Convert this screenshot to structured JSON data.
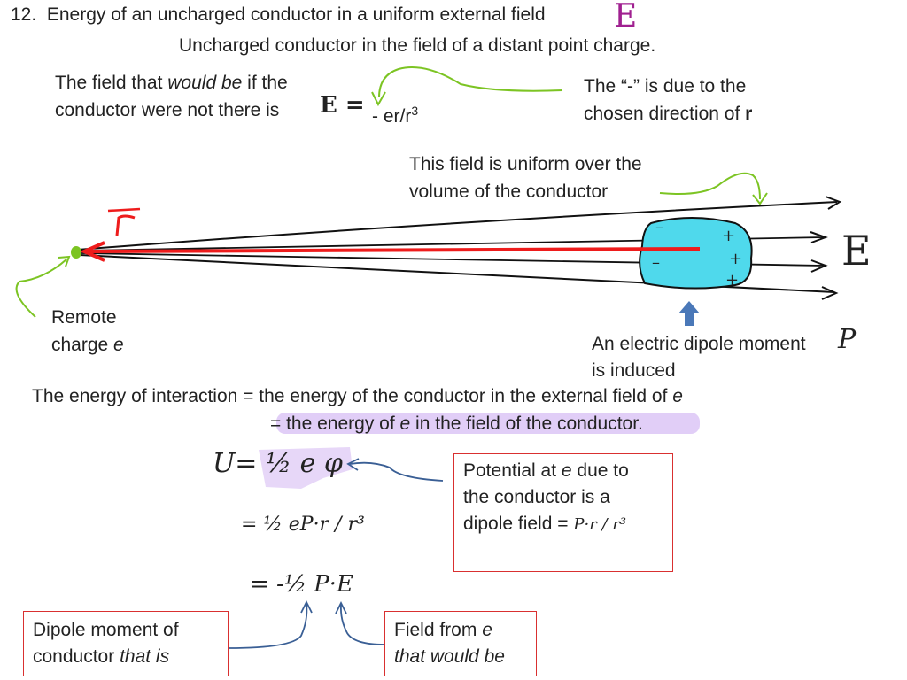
{
  "title": {
    "number": "12.",
    "text": "Energy of an uncharged conductor in a uniform external field"
  },
  "subtitle": "Uncharged conductor in the field of a distant point charge.",
  "field_note": {
    "line1_a": "The field that ",
    "line1_i": "would be",
    "line1_b": " if the",
    "line2": "conductor were not there is",
    "formula": "- er/r",
    "exponent": "3"
  },
  "minus_note": {
    "line1": "The “-” is due to the",
    "line2": "chosen direction of ",
    "bold": "r"
  },
  "uniform_note": {
    "line1": "This field is uniform over the",
    "line2": "volume of the conductor"
  },
  "remote": {
    "line1": "Remote",
    "line2": "charge ",
    "italic": "e"
  },
  "dipole_note": {
    "line1": "An electric dipole moment",
    "line2": "is induced"
  },
  "energy": {
    "line1": "The energy of interaction = the energy of the conductor in the external field of ",
    "line1_i": "e",
    "line2_a": "= the energy of ",
    "line2_i": "e",
    "line2_b": " in the field of the conductor."
  },
  "potential_box": {
    "line1_a": "Potential at ",
    "line1_i": "e",
    "line1_b": " due to",
    "line2": "the conductor is a",
    "line3": "dipole field ="
  },
  "dipole_box": {
    "line1": "Dipole moment of",
    "line2_a": "conductor ",
    "line2_i": "that is"
  },
  "field_box": {
    "line1_a": "Field from ",
    "line1_i": "e",
    "line2": "that would be"
  },
  "handwriting": {
    "E_title": "E",
    "E_formula": "E =",
    "r_label": "r",
    "E_right": "E",
    "P_label": "P",
    "U_eq": "U= ½ e φ",
    "eq2": "= ½ eP·r / r³",
    "eq3": "= -½ P·E",
    "box_formula": "P·r / r³",
    "plus": "+",
    "minus": "–"
  },
  "colors": {
    "arrow_red": "#ee1c1c",
    "arrow_green": "#7cc423",
    "conductor_fill": "#4fd9ec",
    "highlight": "#c9a6f0",
    "blue_arrow": "#4a78b8",
    "box_border": "#d93030",
    "magenta": "#a02090"
  }
}
